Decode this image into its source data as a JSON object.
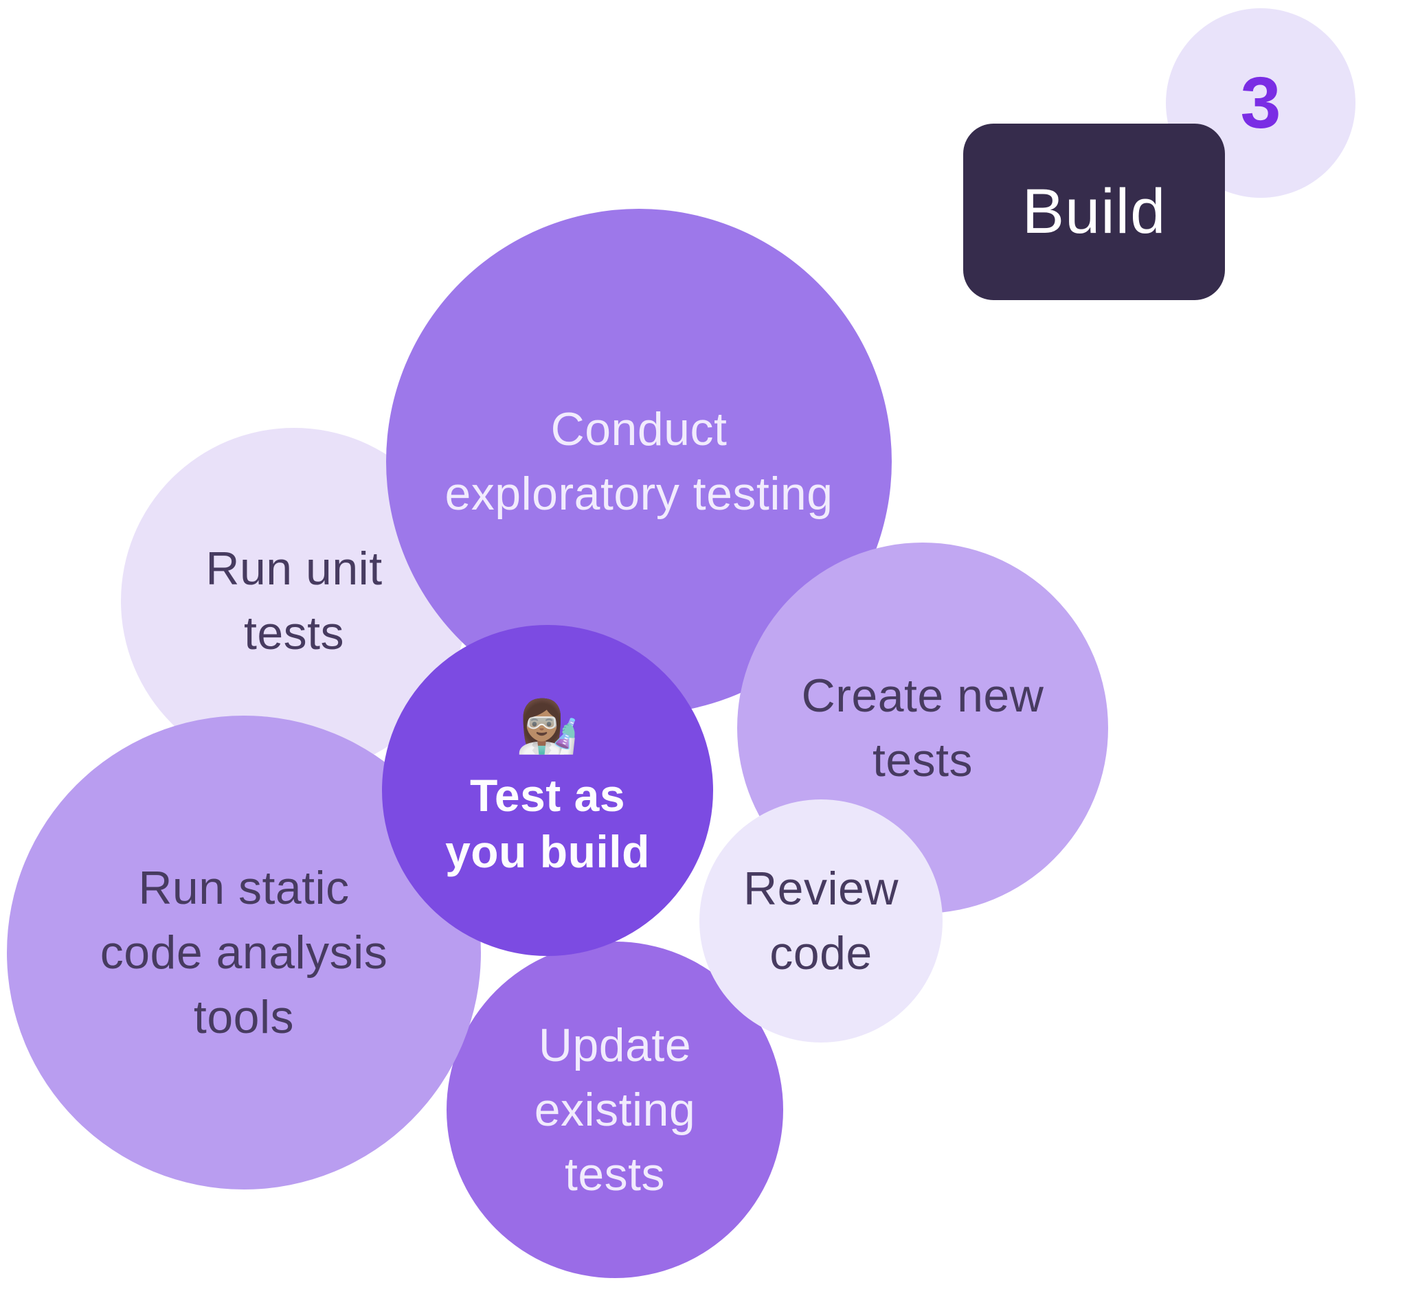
{
  "title": "Test as you build bubble diagram",
  "step_badge": {
    "number": "3",
    "color": "#7a2de4",
    "bg": "#e9e3fa"
  },
  "build_tag": {
    "label": "Build",
    "bg": "#362c4c",
    "text_color": "#ffffff"
  },
  "center_bubble": {
    "emoji": "👩🏽‍🔬",
    "emoji_name": "woman-scientist-emoji",
    "lines": [
      "Test as",
      "you build"
    ],
    "bg": "#7c4be2",
    "text_color": "#fdfcff"
  },
  "bubbles": [
    {
      "id": "conduct-exploratory-testing",
      "lines": [
        "Conduct",
        "exploratory testing"
      ],
      "bg": "#9d78ea",
      "text_color": "#f1ebfd",
      "tone": "medium-purple"
    },
    {
      "id": "run-unit-tests",
      "lines": [
        "Run unit",
        "tests"
      ],
      "bg": "#e9e1f9",
      "text_color": "#473b60",
      "tone": "light-lavender"
    },
    {
      "id": "create-new-tests",
      "lines": [
        "Create new",
        "tests"
      ],
      "bg": "#c1a7f2",
      "text_color": "#473b60",
      "tone": "mid-light-purple"
    },
    {
      "id": "run-static-code-analysis-tools",
      "lines": [
        "Run static",
        "code analysis",
        "tools"
      ],
      "bg": "#b99df0",
      "text_color": "#473b60",
      "tone": "mid-light-purple"
    },
    {
      "id": "update-existing-tests",
      "lines": [
        "Update",
        "existing",
        "tests"
      ],
      "bg": "#9a6ce7",
      "text_color": "#f1ebfd",
      "tone": "medium-purple"
    },
    {
      "id": "review-code",
      "lines": [
        "Review",
        "code"
      ],
      "bg": "#ece7fb",
      "text_color": "#473b60",
      "tone": "light-lavender"
    }
  ],
  "palette": {
    "background": "#ffffff",
    "center_purple": "#7c4be2",
    "medium_purple": "#9d78ea",
    "mid_light_purple": "#c1a7f2",
    "light_lavender": "#e9e1f9",
    "dark_tag": "#362c4c",
    "dark_text": "#473b60",
    "light_text": "#f1ebfd",
    "badge_number": "#7a2de4"
  }
}
